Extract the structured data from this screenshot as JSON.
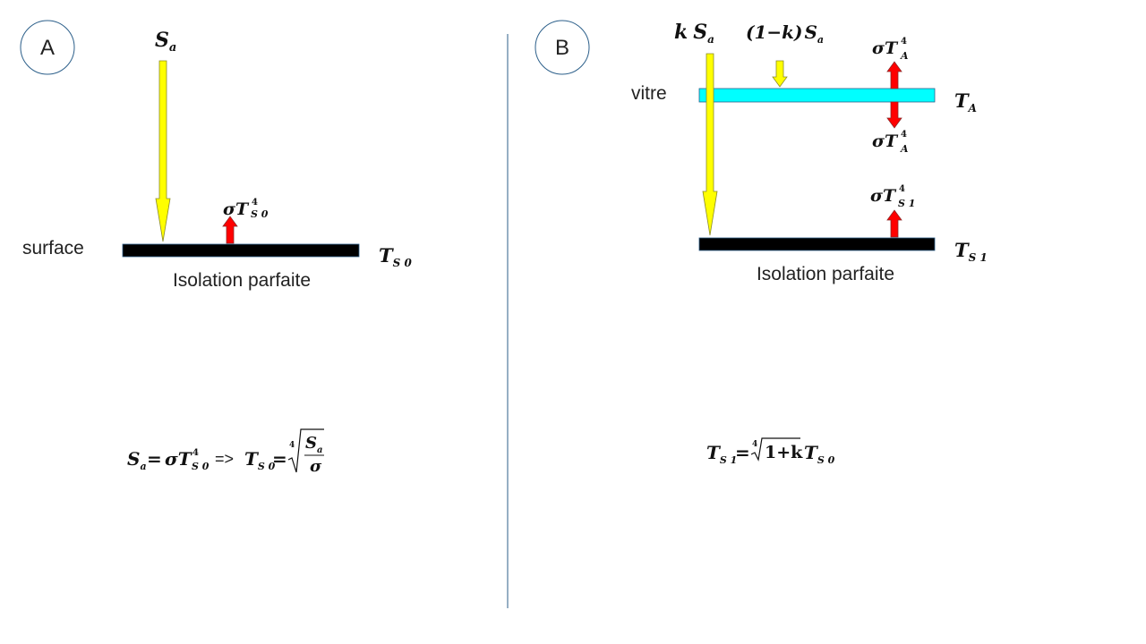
{
  "panel_a": {
    "label": "A",
    "incoming": {
      "symbol": "S",
      "sub": "a"
    },
    "emission": {
      "symbol": "σT",
      "sub": "S 0",
      "sup": "4"
    },
    "surface_label": "surface",
    "temperature": {
      "symbol": "T",
      "sub": "S 0"
    },
    "insulation_label": "Isolation parfaite",
    "equation": {
      "lhs": "S",
      "lhs_sub": "a",
      "eq": "=",
      "rhs": "σT",
      "rhs_sub": "S 0",
      "rhs_sup": "4",
      "implies": "=>",
      "t": "T",
      "t_sub": "S 0",
      "eq2": "=",
      "root_index": "4",
      "num": "S",
      "num_sub": "a",
      "den": "σ"
    }
  },
  "panel_b": {
    "label": "B",
    "incoming": {
      "k": "k",
      "symbol": "S",
      "sub": "a"
    },
    "absorbed": {
      "text": "(1−k)",
      "symbol": "S",
      "sub": "a"
    },
    "glass_label": "vitre",
    "glass_temperature": {
      "symbol": "T",
      "sub": "A"
    },
    "emission_up": {
      "symbol": "σT",
      "sub": "A",
      "sup": "4"
    },
    "emission_down": {
      "symbol": "σT",
      "sub": "A",
      "sup": "4"
    },
    "surface_emission": {
      "symbol": "σT",
      "sub": "S 1",
      "sup": "4"
    },
    "surface_temperature": {
      "symbol": "T",
      "sub": "S 1"
    },
    "insulation_label": "Isolation parfaite",
    "equation": {
      "t": "T",
      "t_sub": "S 1",
      "eq": "=",
      "root_index": "4",
      "radicand": "1+k",
      "t2": "T",
      "t2_sub": "S 0"
    }
  },
  "colors": {
    "sunlight_arrow": "#ffff00",
    "emission_arrow": "#ff0000",
    "glass": "#00ffff",
    "surface": "#000000",
    "circle": "#2c5f8a",
    "divider": "#2c5f8a"
  }
}
